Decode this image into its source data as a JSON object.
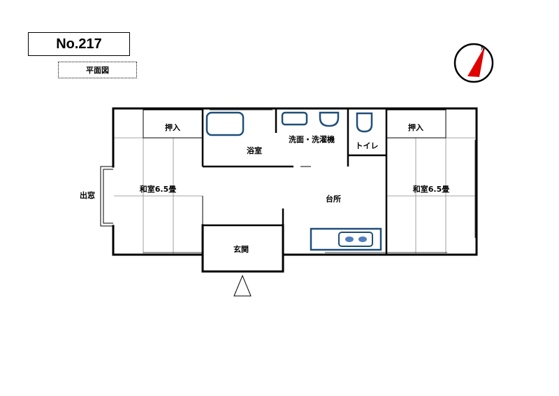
{
  "header": {
    "property_number": "No.217",
    "plan_label": "平面図"
  },
  "compass": {
    "north_letter": "N",
    "arrow_color": "#e00000"
  },
  "rooms": {
    "left_closet": "押入",
    "left_room": "和室6.5畳",
    "bay_window": "出窓",
    "bathroom": "浴室",
    "washroom": "洗面・洗濯機",
    "toilet": "トイレ",
    "kitchen": "台所",
    "entrance": "玄関",
    "right_closet": "押入",
    "right_room": "和室6.5畳"
  },
  "colors": {
    "wall": "#000000",
    "fixture": "#1f4e79",
    "burner": "#4f7fc0"
  }
}
